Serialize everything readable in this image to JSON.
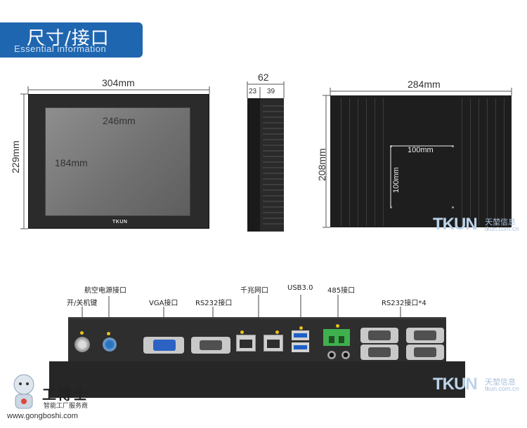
{
  "header": {
    "title": "尺寸/接口",
    "subtitle": "Essential information"
  },
  "front_view": {
    "width": "304mm",
    "height": "229mm",
    "screen_width": "246mm",
    "screen_height": "184mm",
    "logo": "TKUN"
  },
  "side_view": {
    "depth": "62",
    "depth_front": "23",
    "depth_back": "39"
  },
  "back_view": {
    "width": "284mm",
    "height": "208mm",
    "vesa_h": "100mm",
    "vesa_v": "100mm"
  },
  "watermark": {
    "logo": "TKUN",
    "cn": "天堃信息",
    "url": "tkun.com.cn"
  },
  "io_labels": {
    "power": "开/关机键",
    "aviation": "航空电源接口",
    "vga": "VGA接口",
    "rs232": "RS232接口",
    "lan": "千兆网口",
    "usb": "USB3.0",
    "rs485": "485接口",
    "rs232x4": "RS232接口*4"
  },
  "brand": {
    "name": "工博士",
    "tagline": "智能工厂服务商",
    "url": "www.gongboshi.com"
  },
  "colors": {
    "header_bg": "#1f66b0",
    "vga_blue": "#2b62c4",
    "usb_blue": "#1d5fc7",
    "terminal_green": "#3fb04e",
    "led_yellow": "#e6c21f"
  }
}
